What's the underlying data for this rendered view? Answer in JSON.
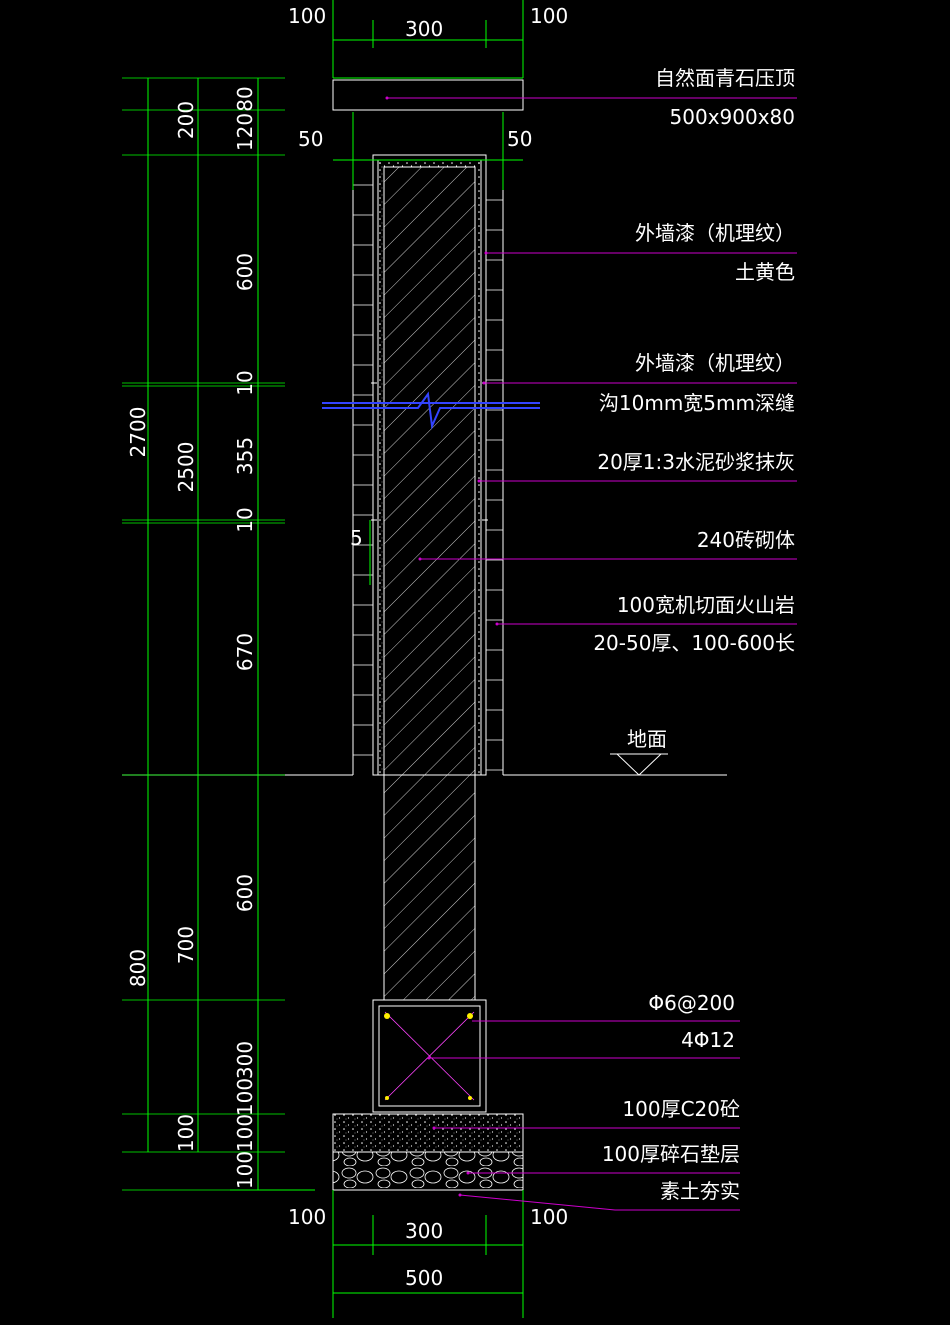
{
  "top_dims": {
    "left": "100",
    "middle": "300",
    "right": "100"
  },
  "cap_dims": {
    "left": "50",
    "right": "50"
  },
  "left_dims": {
    "total_above": "2700",
    "total_below": "800",
    "cap": "200",
    "wall_above": "2500",
    "base": "700",
    "cap_layer_a": "120",
    "cap_layer_b": "80",
    "upper_panel": "600",
    "groove_1": "10",
    "middle": "355",
    "groove_2": "10",
    "lower_panel": "670",
    "footing_100_a": "100",
    "footing_100_b": "100",
    "col_below": "600",
    "footing": "300",
    "concrete": "100",
    "gravel": "100"
  },
  "bottom_dims": {
    "left": "100",
    "middle": "300",
    "right": "100",
    "total": "500"
  },
  "groove_width_mark": "5",
  "ground_label": "地面",
  "labels": [
    {
      "line1": "自然面青石压顶",
      "line2": "500x900x80"
    },
    {
      "line1": "外墙漆（机理纹）",
      "line2": "土黄色"
    },
    {
      "line1": "外墙漆（机理纹）",
      "line2": "沟10mm宽5mm深缝"
    },
    {
      "line1": "20厚1:3水泥砂浆抹灰",
      "line2": ""
    },
    {
      "line1": "240砖砌体",
      "line2": ""
    },
    {
      "line1": "100宽机切面火山岩",
      "line2": "20-50厚、100-600长"
    },
    {
      "line1": "Φ6@200",
      "line2": ""
    },
    {
      "line1": "4Φ12",
      "line2": ""
    },
    {
      "line1": "100厚C20砼",
      "line2": ""
    },
    {
      "line1": "100厚碎石垫层",
      "line2": ""
    },
    {
      "line1": "素土夯实",
      "line2": ""
    }
  ],
  "colors": {
    "dimension": "#00ff00",
    "leader": "#cc00cc",
    "outline": "#ffffff",
    "break_line": "#3344ff",
    "rebar": "#ffee00"
  }
}
